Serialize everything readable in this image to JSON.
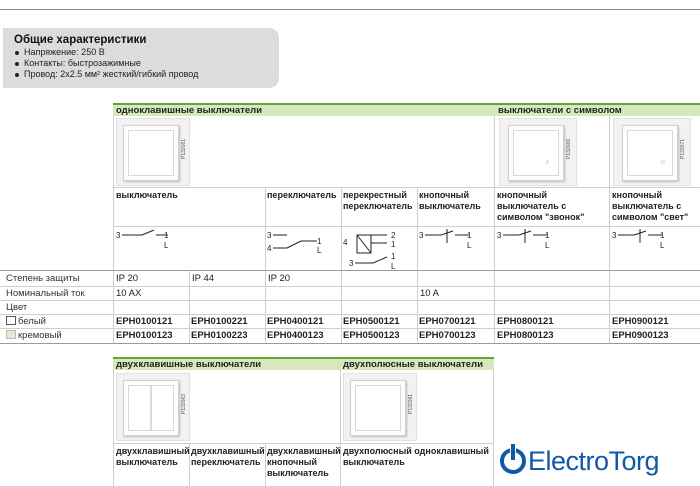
{
  "general": {
    "title": "Общие характеристики",
    "items": [
      "Напряжение: 250 В",
      "Контакты: быстрозажимные",
      "Провод: 2x2.5 мм² жесткий/гибкий провод"
    ]
  },
  "table1": {
    "header_single": "одноклавишные выключатели",
    "header_symbol": "выключатели с символом",
    "photo_codes": [
      "P132061",
      "P132069",
      "P132071"
    ],
    "types": {
      "switch": "выключатель",
      "changeover": "переключатель",
      "cross": "перекрестный переключатель",
      "push": "кнопочный выключатель",
      "push_bell": "кнопочный выключатель с символом \"звонок\"",
      "push_light": "кнопочный выключатель с символом \"свет\""
    },
    "row_labels": {
      "protection": "Степень защиты",
      "current": "Номинальный ток",
      "color": "Цвет",
      "white": "белый",
      "cream": "кремовый"
    },
    "protection": [
      "IP 20",
      "IP 44",
      "IP 20"
    ],
    "current": [
      "10 AX",
      "10 A"
    ],
    "white_codes": [
      "EPH0100121",
      "EPH0100221",
      "EPH0400121",
      "EPH0500121",
      "EPH0700121",
      "EPH0800121",
      "EPH0900121"
    ],
    "cream_codes": [
      "EPH0100123",
      "EPH0100223",
      "EPH0400123",
      "EPH0500123",
      "EPH0700123",
      "EPH0800123",
      "EPH0900123"
    ],
    "schematic_labels": {
      "n3": "3",
      "n4": "4",
      "n2": "2",
      "n1": "1",
      "L": "L"
    }
  },
  "table2": {
    "header_double": "двухклавишные выключатели",
    "header_bipolar": "двухполюсные выключатели",
    "photo_codes": [
      "P132063",
      "P132061"
    ],
    "types": [
      "двухклавишный выключатель",
      "двухклавишный переключатель",
      "двухклавишный кнопочный выключатель",
      "двухполюсный одноклавишный выключатель"
    ]
  },
  "logo": {
    "text": "ElectroTorg",
    "color": "#0f5aa8"
  },
  "colors": {
    "header_bg": "#d6e9bc",
    "header_line": "#62a33a",
    "grey_box": "#dcdcdc",
    "cream": "#ece6d2"
  }
}
